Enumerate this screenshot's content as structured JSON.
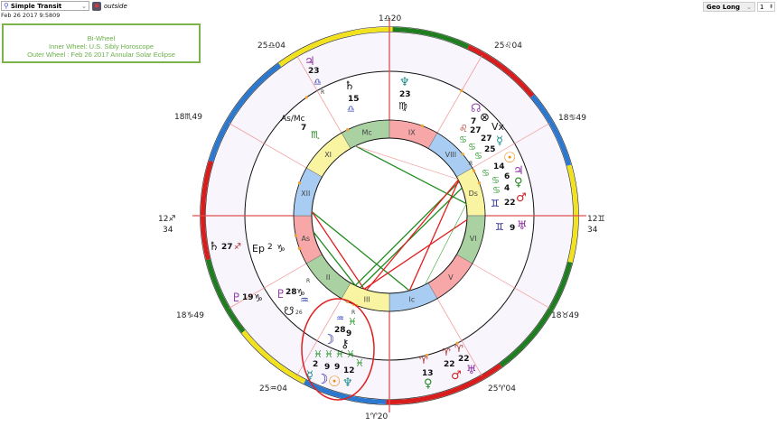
{
  "controls": {
    "transit_mode": "Simple Transit",
    "location_label": "outside",
    "datetime": "Feb 26 2017 9:5809",
    "sort_by": "Geo Long",
    "count": "1"
  },
  "title_box": {
    "line1": "Bi-Wheel",
    "line2": "Inner Wheel: U.S. Sibly Horoscope",
    "line3": "Outer Wheel : Feb 26 2017 Annular Solar Eclipse"
  },
  "colors": {
    "fire": "#d91c1c",
    "earth": "#1e7d1e",
    "air": "#f2e21e",
    "water": "#2a78d0",
    "frame": "#7cb24a",
    "eclipse_mark": "#e02020"
  },
  "cusps": {
    "c10": "1♎20",
    "c11": "25♎04",
    "c12": "18♏49",
    "c1a": "12♐",
    "c1b": "34",
    "c2": "18♑49",
    "c3": "25♒04",
    "c4": "1♈20",
    "c5": "25♈04",
    "c6": "18♉49",
    "c7a": "12♊",
    "c7b": "34",
    "c8": "18♋49",
    "c9": "25♌04"
  },
  "houses": [
    "Mc",
    "IX",
    "VIII",
    "Ds",
    "VI",
    "V",
    "Ic",
    "III",
    "II",
    "As",
    "XII",
    "XI"
  ],
  "points": {
    "jupiter1": {
      "glyph": "♃",
      "deg": "23",
      "sign": "♎",
      "retro": "R"
    },
    "saturn1": {
      "glyph": "♄",
      "deg": "15",
      "sign": "♎"
    },
    "asmc": {
      "glyph": "As/Mc",
      "deg": "7",
      "sign": "♏"
    },
    "neptune1": {
      "glyph": "♆",
      "deg": "23",
      "sign": "♍"
    },
    "node1": {
      "glyph": "☊",
      "deg": "7"
    },
    "vertex": {
      "glyph": "⊗",
      "label": "Vx",
      "deg": "27"
    },
    "leo_pt": {
      "sign": "♌",
      "deg": "27"
    },
    "mercury1": {
      "glyph": "☿",
      "deg": "25",
      "retro": "R"
    },
    "cancer_signs": [
      "♋",
      "♋",
      "♋",
      "♋",
      "♋",
      "♋"
    ],
    "sun1": {
      "glyph": "☉",
      "deg": "14"
    },
    "jupiter2": {
      "glyph": "♃",
      "deg": "6"
    },
    "venus1": {
      "glyph": "♀",
      "deg": "4"
    },
    "mars1": {
      "glyph": "♂",
      "deg": "22",
      "sign": "♊"
    },
    "uranus1": {
      "glyph": "♅",
      "deg": "9",
      "sign": "♊"
    },
    "saturn2": {
      "glyph": "♄",
      "deg": "27",
      "sign": "♐"
    },
    "ep": {
      "glyph": "Ep",
      "deg": "2",
      "sign": "♑"
    },
    "pluto1": {
      "glyph": "♇",
      "deg": "19",
      "sign": "♑"
    },
    "pluto2": {
      "glyph": "♇",
      "deg": "28",
      "sign": "♑",
      "retro": "R"
    },
    "snode": {
      "glyph": "☋",
      "deg": "26",
      "sign": "♒"
    },
    "aqu_pt": {
      "sign": "♒",
      "retro": "R",
      "sign2": "♓"
    },
    "moon1": {
      "glyph": "☽",
      "deg": "28"
    },
    "chiron": {
      "glyph": "⚷",
      "deg": "9"
    },
    "pisces_signs": [
      "♓",
      "♓",
      "♓",
      "♓",
      "♓"
    ],
    "mercury2": {
      "glyph": "☿",
      "deg": "2"
    },
    "moon2": {
      "glyph": "☽",
      "deg": "9"
    },
    "sun2": {
      "glyph": "☉",
      "deg": "9"
    },
    "neptune2": {
      "glyph": "♆",
      "deg": "12"
    },
    "venus2": {
      "glyph": "♀",
      "deg": "13",
      "sign": "♈"
    },
    "mars2": {
      "glyph": "♂",
      "deg": "22",
      "sign": "♈"
    },
    "uranus2": {
      "glyph": "♅",
      "deg": "22",
      "sign": "♈"
    }
  }
}
